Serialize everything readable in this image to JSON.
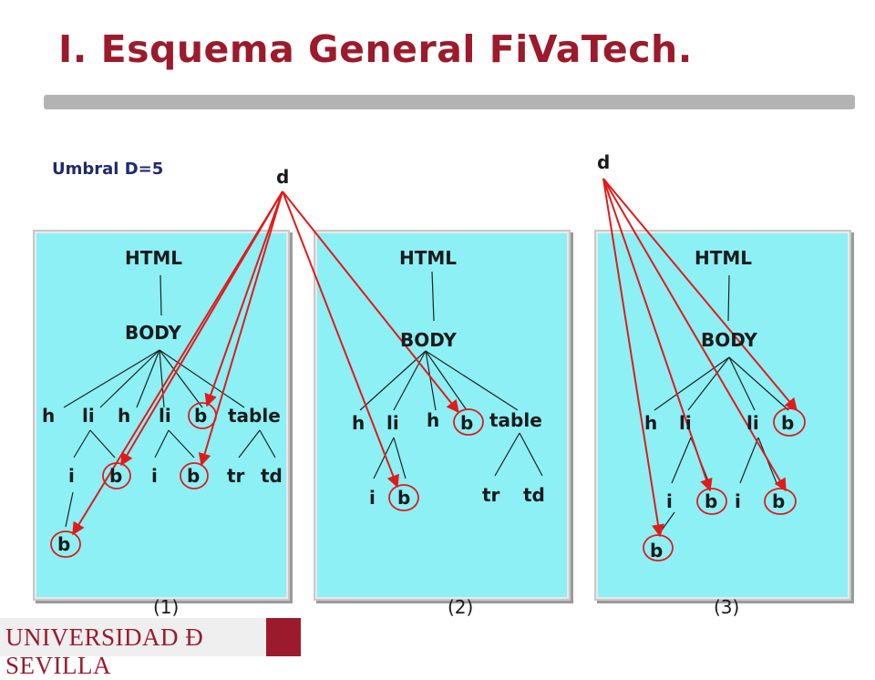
{
  "title": "I. Esquema General FiVaTech.",
  "umbral": "Umbral D=5",
  "footer": "UNIVERSIDAD Ð SEVILLA",
  "d_label": "d",
  "panels": [
    {
      "caption": "(1)"
    },
    {
      "caption": "(2)"
    },
    {
      "caption": "(3)"
    }
  ],
  "labels": {
    "html": "HTML",
    "body": "BODY",
    "h": "h",
    "li": "li",
    "b": "b",
    "i": "i",
    "table": "table",
    "tr": "tr",
    "td": "td"
  }
}
